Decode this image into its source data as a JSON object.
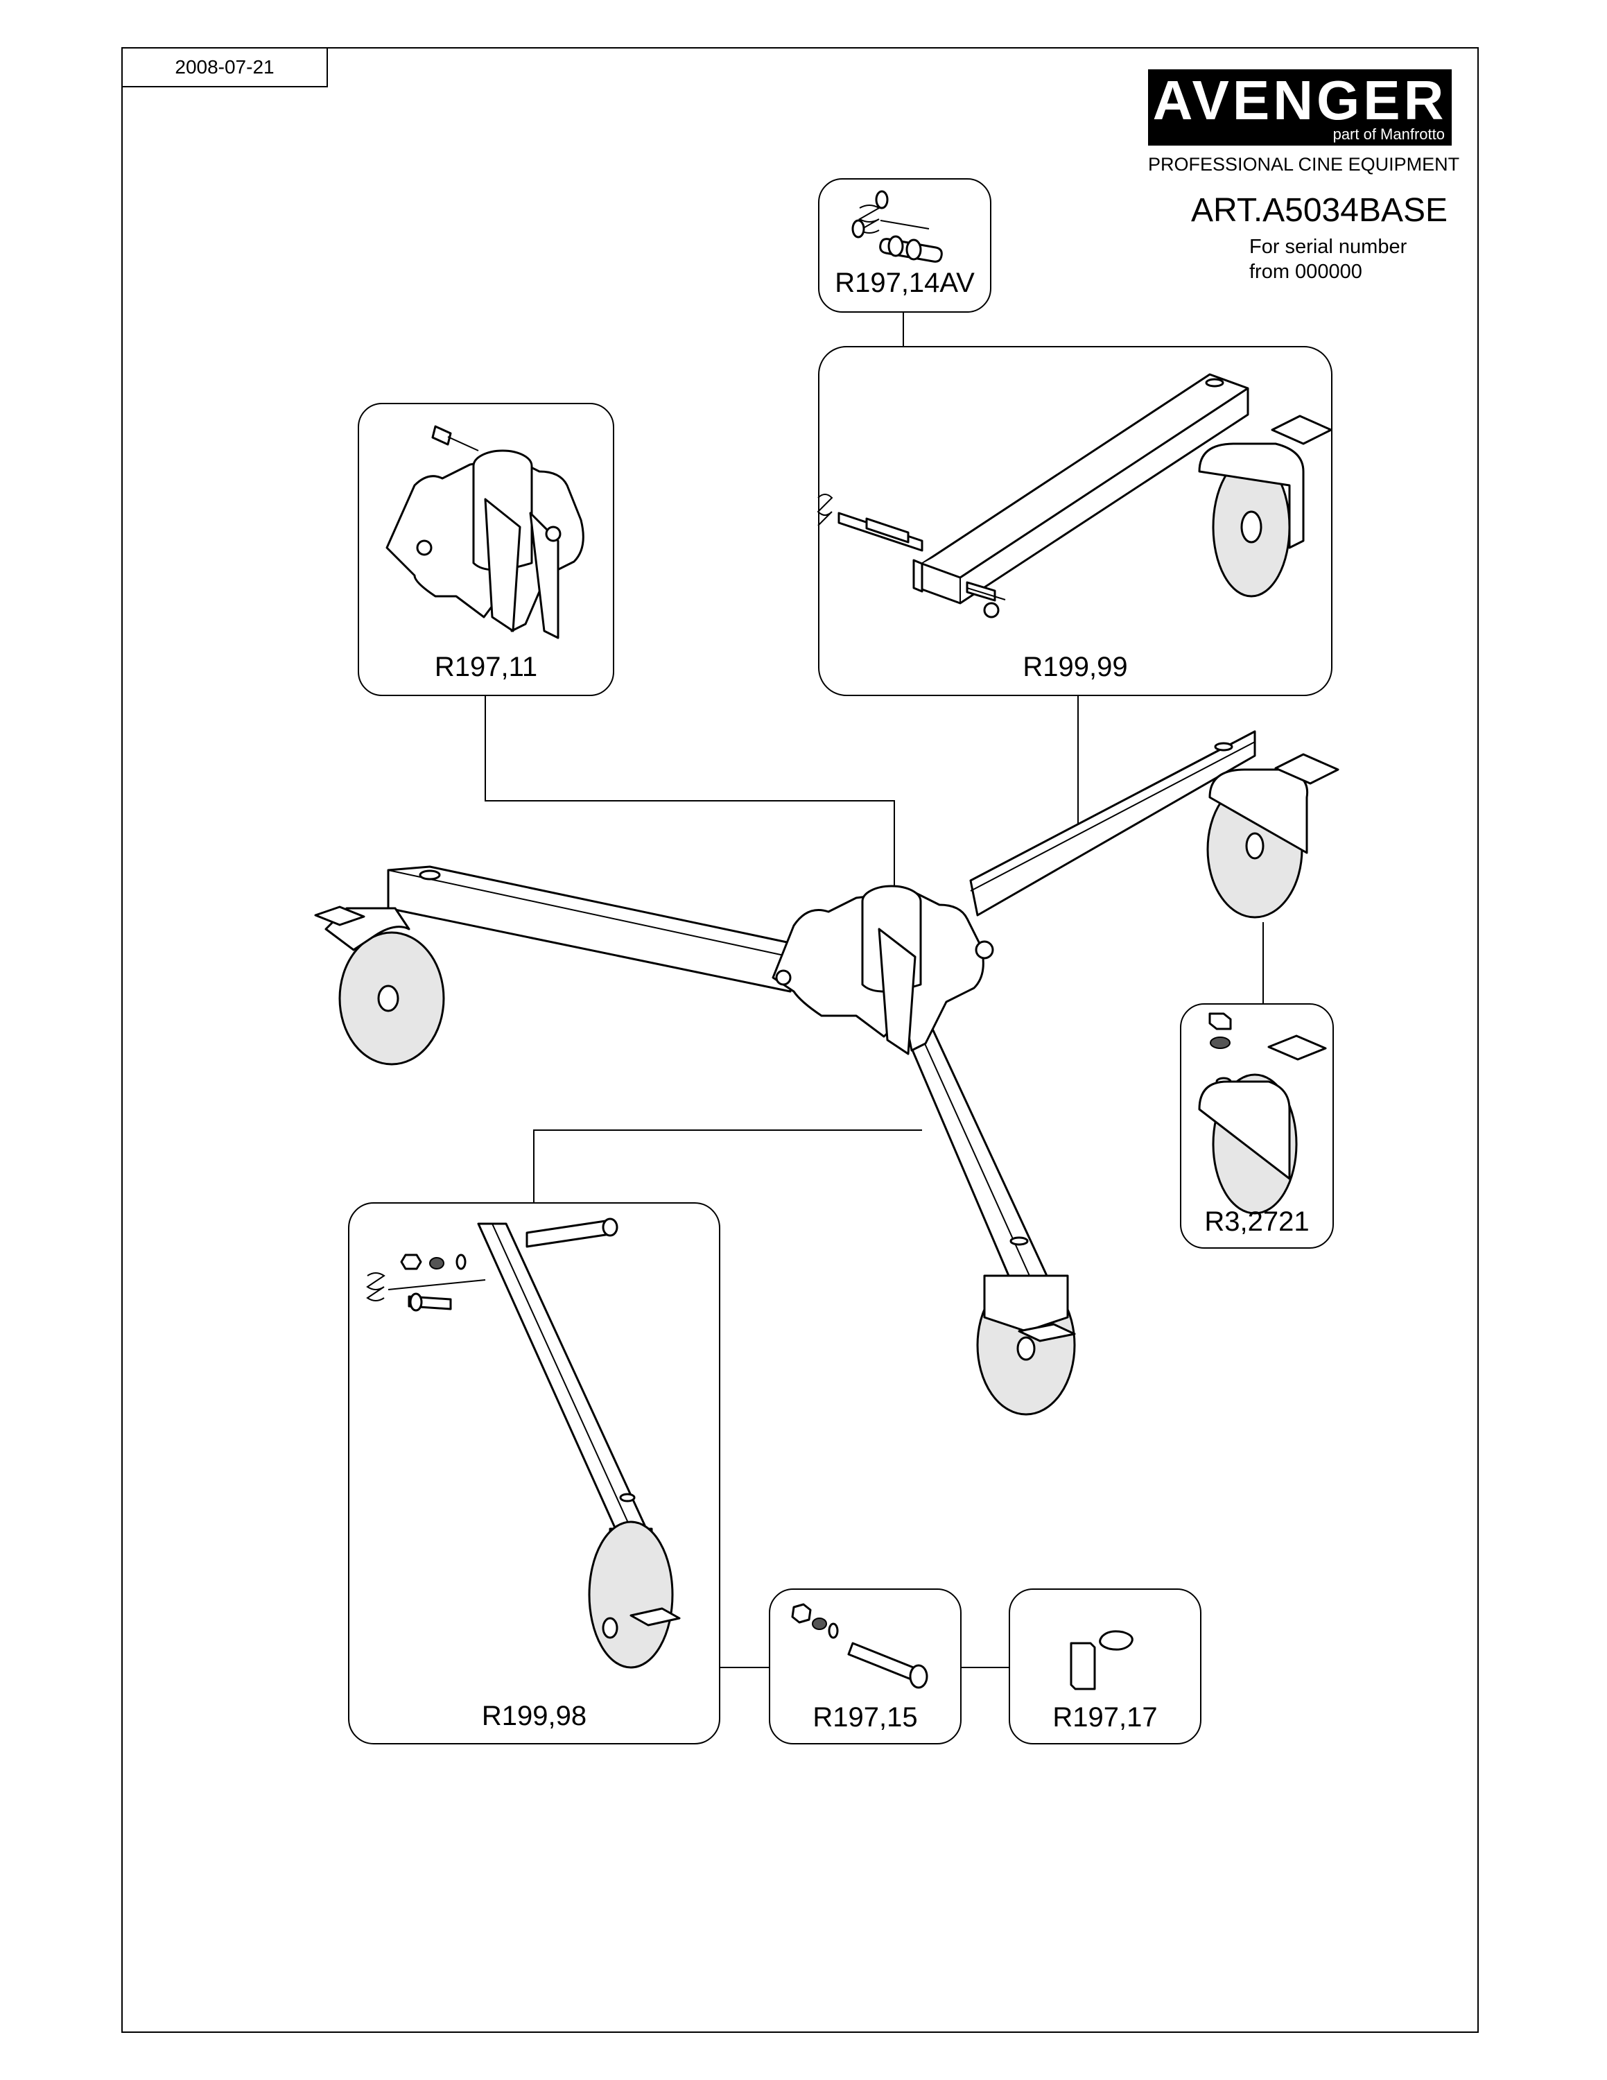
{
  "date": "2008-07-21",
  "brand": {
    "name": "AVENGER",
    "subtitle": "part of Manfrotto",
    "tagline": "PROFESSIONAL CINE EQUIPMENT"
  },
  "article": {
    "code": "ART.A5034BASE",
    "serial_line1": "For serial number",
    "serial_line2": "from 000000"
  },
  "parts": [
    {
      "id": "R197,14AV",
      "label": "R197,14AV"
    },
    {
      "id": "R197,11",
      "label": "R197,11"
    },
    {
      "id": "R199,99",
      "label": "R199,99"
    },
    {
      "id": "R3,2721",
      "label": "R3,2721"
    },
    {
      "id": "R199,98",
      "label": "R199,98"
    },
    {
      "id": "R197,15",
      "label": "R197,15"
    },
    {
      "id": "R197,17",
      "label": "R197,17"
    }
  ]
}
